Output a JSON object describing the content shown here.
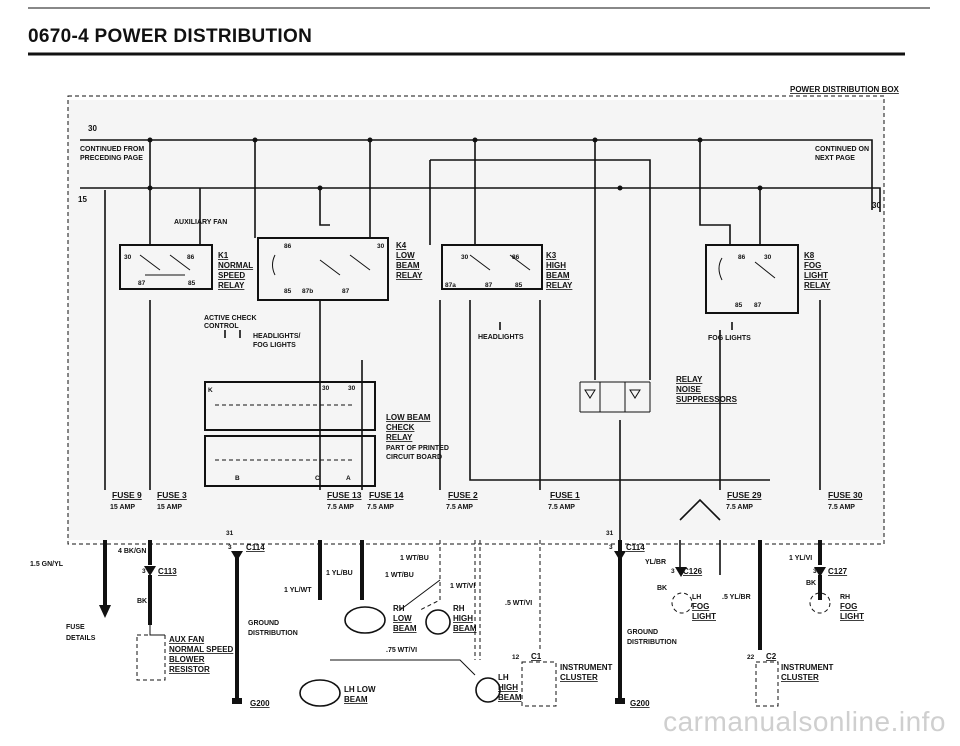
{
  "page": {
    "title": "0670-4   POWER DISTRIBUTION",
    "watermark": "carmanualsonline.info"
  },
  "box": {
    "title": "POWER DISTRIBUTION BOX"
  },
  "bus": {
    "t30": "30",
    "t15": "15",
    "t30_right": "30",
    "continued_from_1": "CONTINUED FROM",
    "continued_from_2": "PRECEDING PAGE",
    "continued_on_1": "CONTINUED ON",
    "continued_on_2": "NEXT PAGE"
  },
  "relays": {
    "k1": {
      "id": "K1",
      "l1": "NORMAL",
      "l2": "SPEED",
      "l3": "RELAY",
      "p30": "30",
      "p86": "86",
      "p87": "87",
      "p85": "85"
    },
    "k4": {
      "id": "K4",
      "l1": "LOW",
      "l2": "BEAM",
      "l3": "RELAY",
      "p86": "86",
      "p30": "30",
      "p85": "85",
      "p87b": "87b",
      "p87": "87"
    },
    "k3": {
      "id": "K3",
      "l1": "HIGH",
      "l2": "BEAM",
      "l3": "RELAY",
      "p30": "30",
      "p86": "86",
      "p87a": "87a",
      "p87": "87",
      "p85": "85"
    },
    "k8": {
      "id": "K8",
      "l1": "FOG",
      "l2": "LIGHT",
      "l3": "RELAY",
      "p86": "86",
      "p30": "30",
      "p85": "85",
      "p87": "87"
    }
  },
  "labels": {
    "auxiliary_fan": "AUXILIARY FAN",
    "active_check_1": "ACTIVE CHECK",
    "active_check_2": "CONTROL",
    "headlights_fog_1": "HEADLIGHTS/",
    "headlights_fog_2": "FOG LIGHTS",
    "headlights": "HEADLIGHTS",
    "fog_lights": "FOG LIGHTS",
    "relay_noise_1": "RELAY",
    "relay_noise_2": "NOISE",
    "relay_noise_3": "SUPPRESSORS",
    "lbc_1": "LOW BEAM",
    "lbc_2": "CHECK",
    "lbc_3": "RELAY",
    "lbc_4": "PART OF PRINTED",
    "lbc_5": "CIRCUIT BOARD",
    "pin_k": "K",
    "pin_30a": "30",
    "pin_30b": "30",
    "pin_b": "B",
    "pin_c": "C",
    "pin_a": "A"
  },
  "fuses": [
    {
      "name": "FUSE 9",
      "amp": "15 AMP"
    },
    {
      "name": "FUSE 3",
      "amp": "15 AMP"
    },
    {
      "name": "FUSE 13",
      "amp": "7.5 AMP"
    },
    {
      "name": "FUSE 14",
      "amp": "7.5 AMP"
    },
    {
      "name": "FUSE 2",
      "amp": "7.5 AMP"
    },
    {
      "name": "FUSE 1",
      "amp": "7.5 AMP"
    },
    {
      "name": "FUSE 29",
      "amp": "7.5 AMP"
    },
    {
      "name": "FUSE 30",
      "amp": "7.5 AMP"
    }
  ],
  "wires": {
    "w1": "1.5 GN/YL",
    "w2": "4 BK/GN",
    "w3": "BK",
    "w4": "1 YL/WT",
    "w5": "1 YL/BU",
    "w6": "1 WT/BU",
    "w7": "1 WT/BU",
    "w8": "1 WT/VI",
    "w9": ".5 WT/VI",
    "w10": ".75 WT/VI",
    "w11": "YL/BR",
    "w12": "BK",
    "w13": ".5 YL/BR",
    "w14": "1 YL/VI",
    "w15": "BK"
  },
  "connectors": {
    "c113": "C113",
    "c113_pin": "3",
    "c114a": "C114",
    "c114a_pin": "3",
    "c114a_top": "31",
    "c114b": "C114",
    "c114b_pin": "3",
    "c114b_top": "31",
    "c126": "C126",
    "c126_pin": "3",
    "c127": "C127",
    "c127_pin": "3",
    "c1": "C1",
    "c1_pin": "12",
    "c2": "C2",
    "c2_pin": "22",
    "g200a": "G200",
    "g200b": "G200"
  },
  "components": {
    "fuse_details_1": "FUSE",
    "fuse_details_2": "DETAILS",
    "aux_fan_1": "AUX FAN",
    "aux_fan_2": "NORMAL SPEED",
    "aux_fan_3": "BLOWER",
    "aux_fan_4": "RESISTOR",
    "ground_1": "GROUND",
    "ground_2": "DISTRIBUTION",
    "ground_b1": "GROUND",
    "ground_b2": "DISTRIBUTION",
    "rh_low_1": "RH",
    "rh_low_2": "LOW",
    "rh_low_3": "BEAM",
    "rh_high_1": "RH",
    "rh_high_2": "HIGH",
    "rh_high_3": "BEAM",
    "lh_low_1": "LH LOW",
    "lh_low_2": "BEAM",
    "lh_high_1": "LH",
    "lh_high_2": "HIGH",
    "lh_high_3": "BEAM",
    "lh_fog_1": "LH",
    "lh_fog_2": "FOG",
    "lh_fog_3": "LIGHT",
    "rh_fog_1": "RH",
    "rh_fog_2": "FOG",
    "rh_fog_3": "LIGHT",
    "ic_1a": "INSTRUMENT",
    "ic_1b": "CLUSTER",
    "ic_2a": "INSTRUMENT",
    "ic_2b": "CLUSTER"
  }
}
